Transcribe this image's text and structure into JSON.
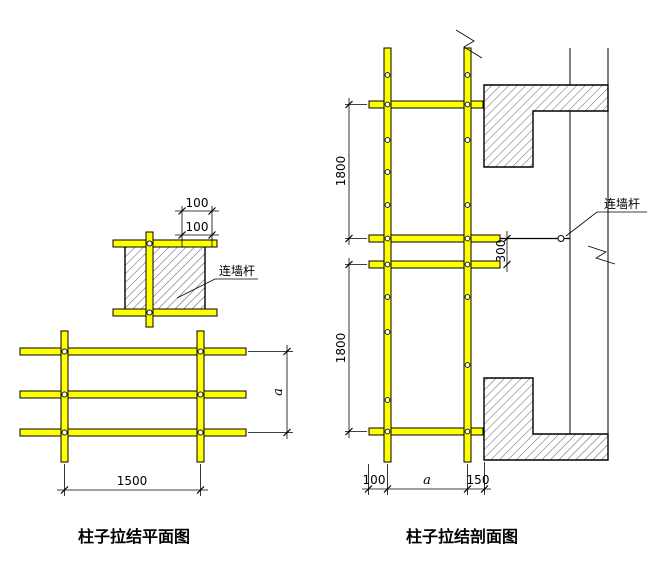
{
  "drawing": {
    "background": "#ffffff",
    "colors": {
      "tube_fill": "#ffff00",
      "line": "#000000",
      "hatch": "#333333"
    }
  },
  "plan": {
    "title": "柱子拉结平面图",
    "tie_rod_label": "连墙杆",
    "dims": {
      "top_offset_1": "100",
      "top_offset_2": "100",
      "post_spacing": "1500",
      "ledger_step": "a"
    }
  },
  "section": {
    "title": "柱子拉结剖面图",
    "tie_rod_label": "连墙杆",
    "dims": {
      "lift_upper": "1800",
      "lift_lower": "1800",
      "tie_to_ledger": "300",
      "bottom_inner": "100",
      "bottom_bay": "a",
      "bottom_wall_offset": "150"
    }
  }
}
